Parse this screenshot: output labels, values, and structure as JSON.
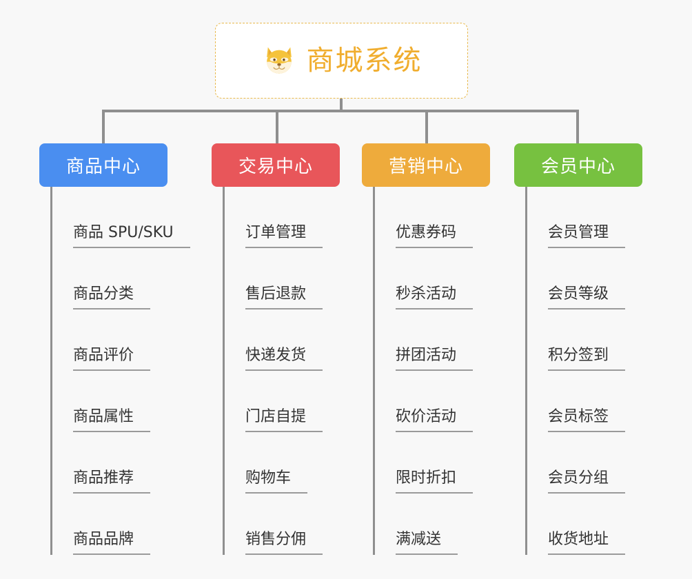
{
  "canvas": {
    "background": "#f8f8f8",
    "connector_color": "#8f8f8f"
  },
  "root": {
    "title": "商城系统",
    "icon": "shiba-dog-icon",
    "text_color": "#f0ad2e",
    "border_color": "#e8b84b",
    "background": "#ffffff"
  },
  "branches": [
    {
      "label": "商品中心",
      "color": "#4a8ef0",
      "items": [
        "商品 SPU/SKU",
        "商品分类",
        "商品评价",
        "商品属性",
        "商品推荐",
        "商品品牌"
      ]
    },
    {
      "label": "交易中心",
      "color": "#e8565a",
      "items": [
        "订单管理",
        "售后退款",
        "快递发货",
        "门店自提",
        "购物车",
        "销售分佣"
      ]
    },
    {
      "label": "营销中心",
      "color": "#eeab3c",
      "items": [
        "优惠券码",
        "秒杀活动",
        "拼团活动",
        "砍价活动",
        "限时折扣",
        "满减送"
      ]
    },
    {
      "label": "会员中心",
      "color": "#77c140",
      "items": [
        "会员管理",
        "会员等级",
        "积分签到",
        "会员标签",
        "会员分组",
        "收货地址"
      ]
    }
  ]
}
